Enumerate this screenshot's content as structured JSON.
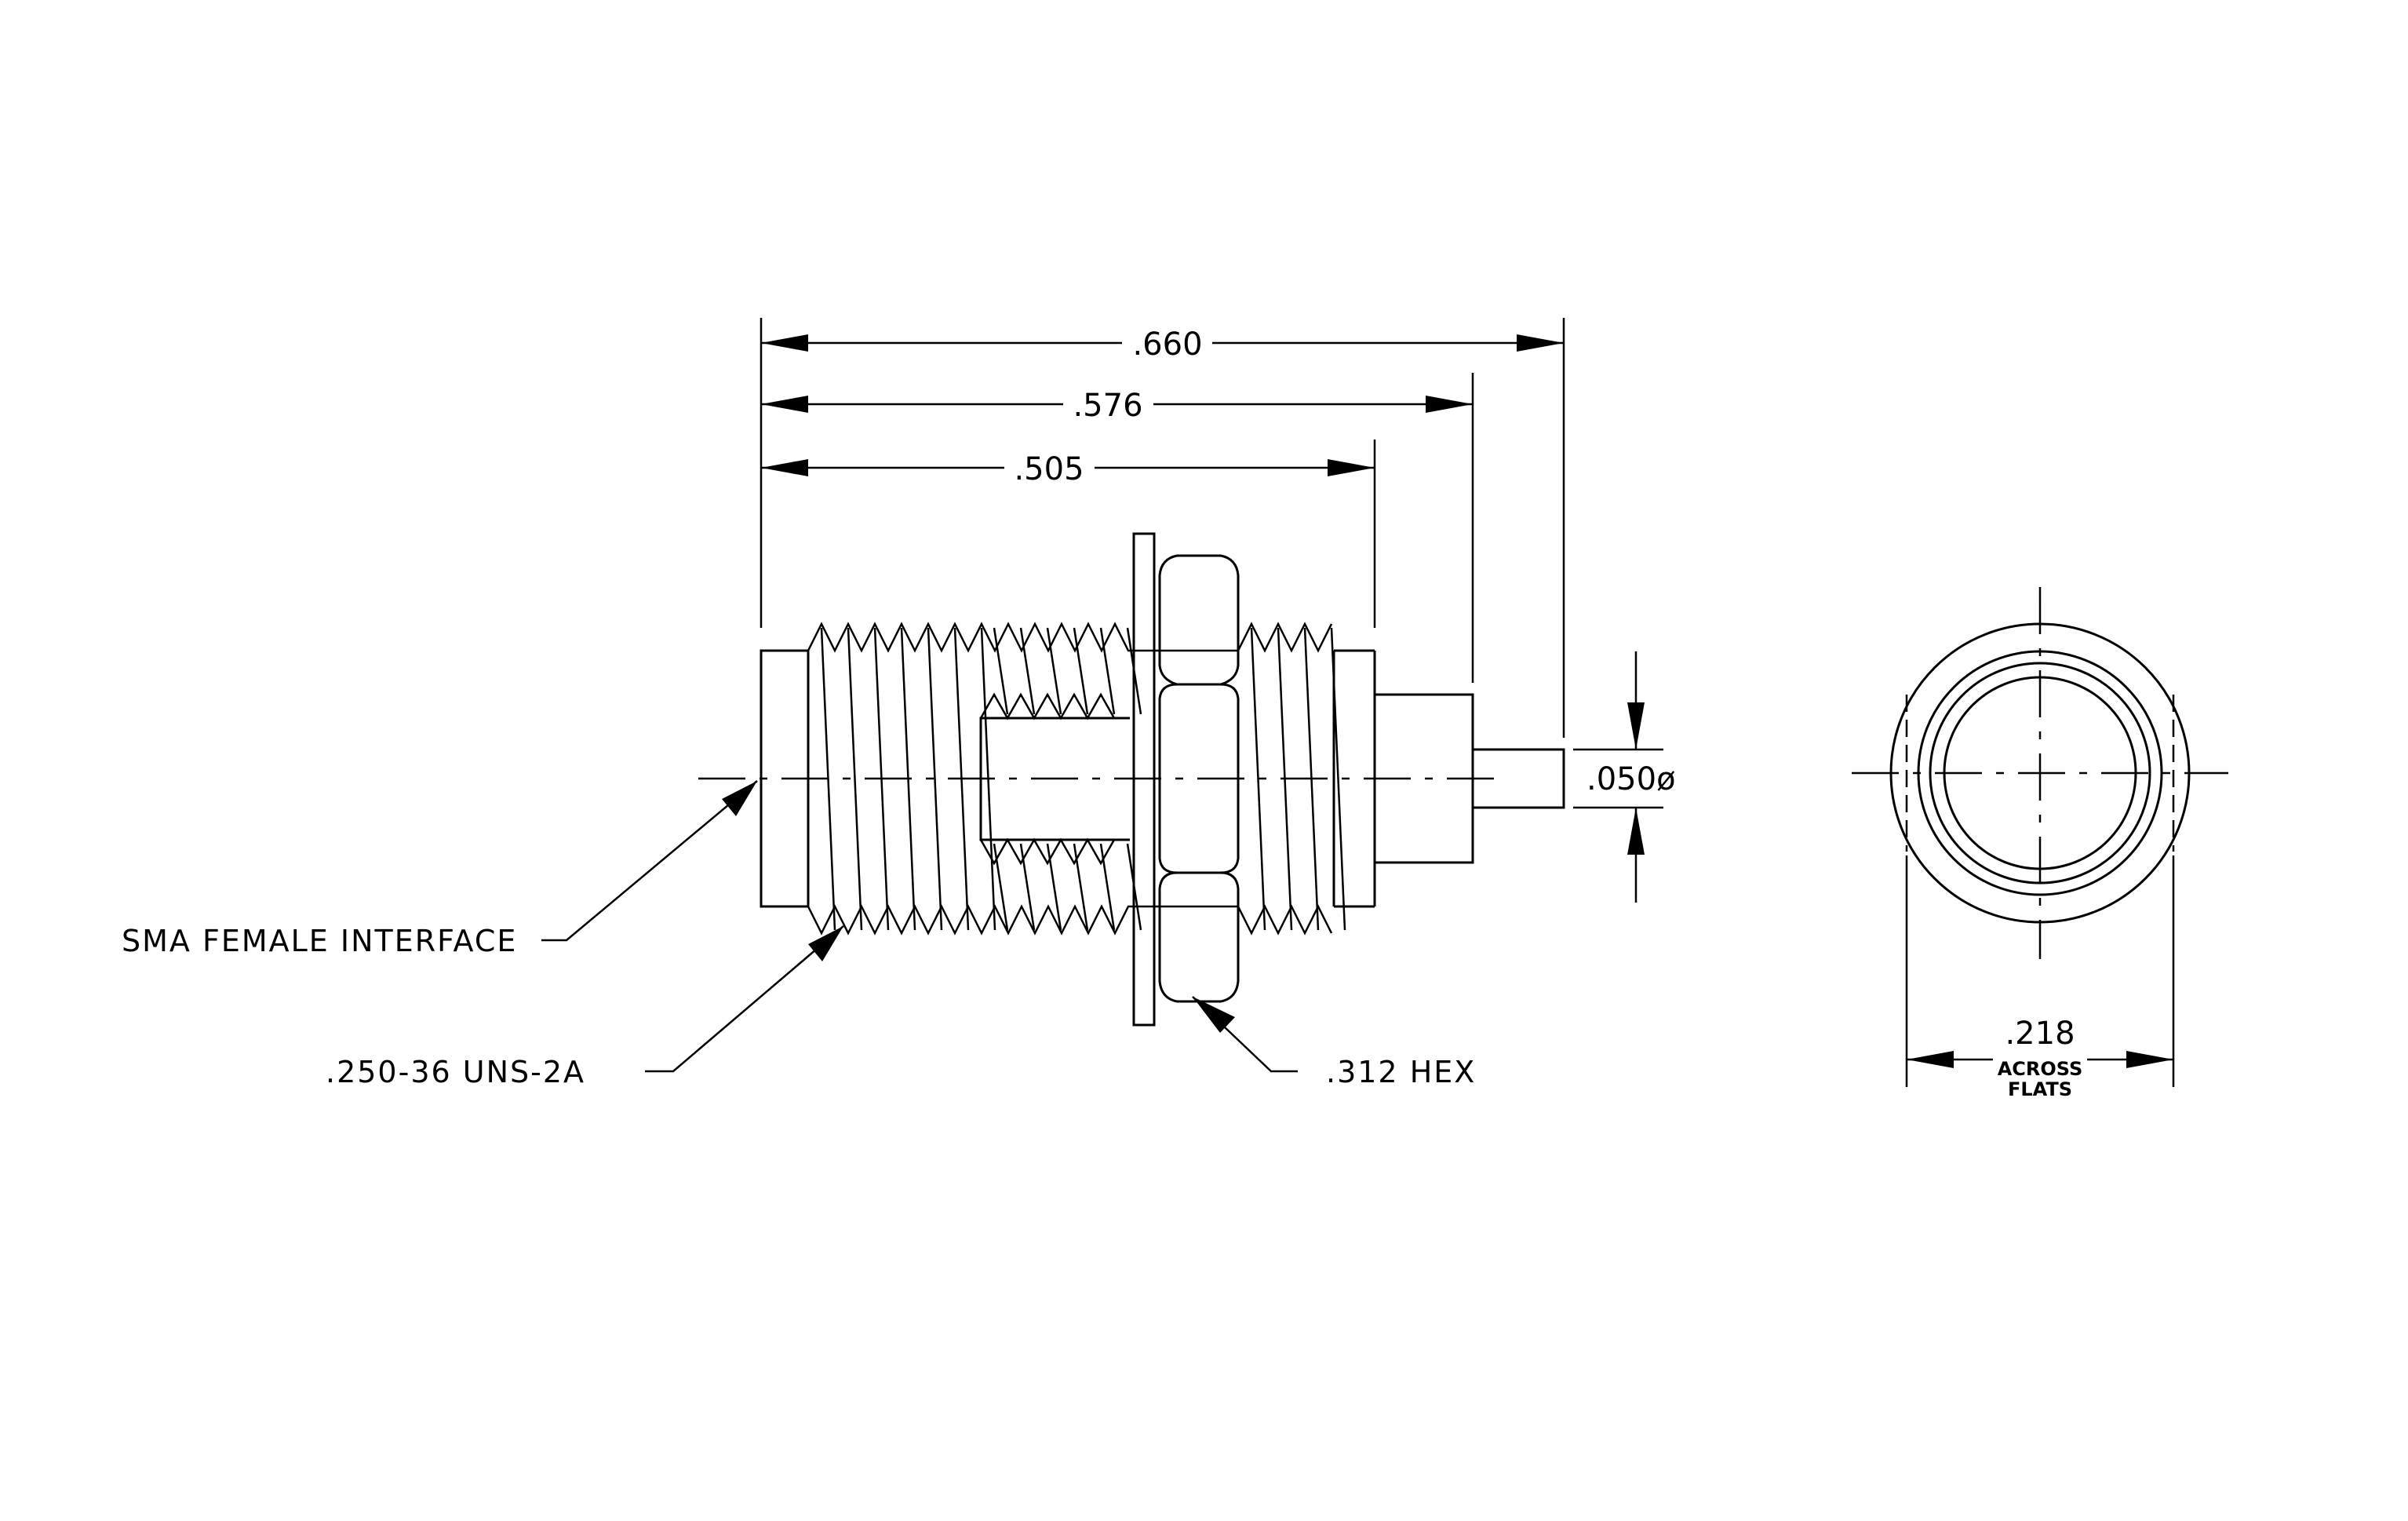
{
  "dimensions": {
    "overall_length": ".660",
    "body_length": ".576",
    "thread_length": ".505",
    "pin_diameter": ".050ø",
    "across_flats_value": ".218",
    "across_flats_line1": "ACROSS",
    "across_flats_line2": "FLATS"
  },
  "callouts": {
    "interface": "SMA FEMALE INTERFACE",
    "thread": ".250-36 UNS-2A",
    "hex": ".312 HEX"
  }
}
